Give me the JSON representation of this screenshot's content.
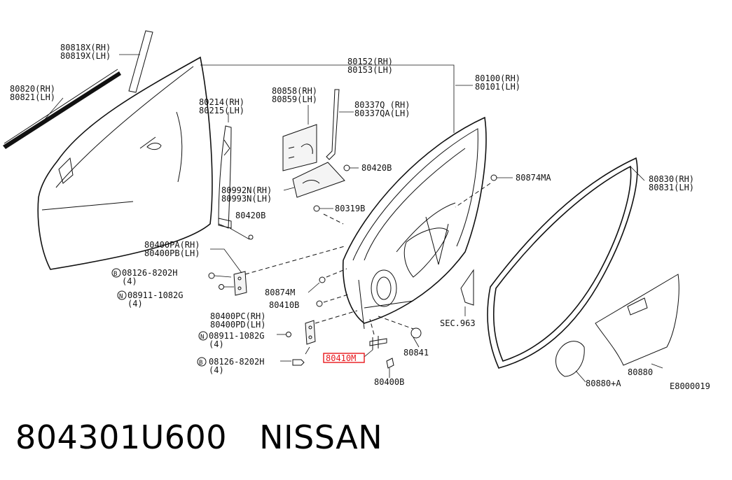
{
  "diagram": {
    "labels": {
      "part_80818x": "80818X(RH)",
      "part_80819x": "80819X(LH)",
      "part_80820": "80820(RH)",
      "part_80821": "80821(LH)",
      "part_80152": "80152(RH)",
      "part_80153": "80153(LH)",
      "part_80100": "80100(RH)",
      "part_80101": "80101(LH)",
      "part_80214": "80214(RH)",
      "part_80215": "80215(LH)",
      "part_80858": "80858(RH)",
      "part_80859": "80859(LH)",
      "part_80337q": "80337Q (RH)",
      "part_80337qa": "80337QA(LH)",
      "part_80420b_a": "80420B",
      "part_80874ma": "80874MA",
      "part_80830": "80830(RH)",
      "part_80831": "80831(LH)",
      "part_80992n": "80992N(RH)",
      "part_80993n": "80993N(LH)",
      "part_80319b": "80319B",
      "part_80420b_b": "80420B",
      "part_80400pa": "80400PA(RH)",
      "part_80400pb": "80400PB(LH)",
      "part_08126_a": "08126-8202H",
      "qty_a": "(4)",
      "part_08911_a": "08911-1082G",
      "qty_b": "(4)",
      "part_80874m": "80874M",
      "part_80410b": "80410B",
      "sec_963": "SEC.963",
      "part_80400pc": "80400PC(RH)",
      "part_80400pd": "80400PD(LH)",
      "part_08911_b": "08911-1082G",
      "qty_c": "(4)",
      "part_80841": "80841",
      "part_08126_b": "08126-8202H",
      "qty_d": "(4)",
      "part_80410m": "80410M",
      "part_80400b": "80400B",
      "part_80880": "80880",
      "part_80880a": "80880+A",
      "diagram_code": "E8000019",
      "mark_b": "B",
      "mark_n": "N"
    },
    "highlight_color": "#e8161b"
  },
  "caption": {
    "part_number": "804301U600",
    "brand": "NISSAN"
  }
}
